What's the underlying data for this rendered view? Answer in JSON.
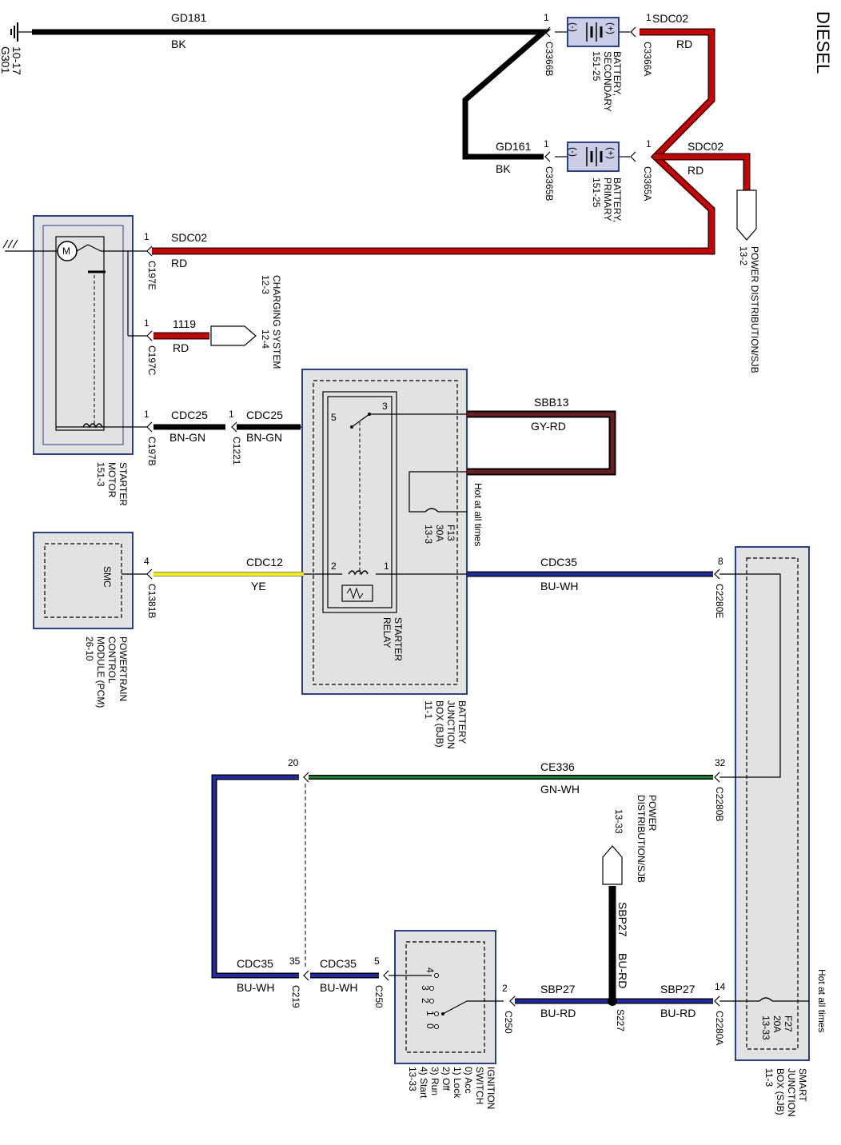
{
  "title": "DIESEL",
  "ground": {
    "id": "G301",
    "ref": "10-17"
  },
  "wires": {
    "gd181_top": {
      "circuit": "GD181",
      "color": "BK"
    },
    "gd161": {
      "circuit": "GD161",
      "color": "BK"
    },
    "sdc02_top": {
      "circuit": "SDC02",
      "color": "RD"
    },
    "sdc02_mid": {
      "circuit": "SDC02",
      "color": "RD"
    },
    "sdc02_starter": {
      "circuit": "SDC02",
      "color": "RD"
    },
    "w1119": {
      "circuit": "1119",
      "color": "RD"
    },
    "cdc25_a": {
      "circuit": "CDC25",
      "color": "BN-GN"
    },
    "cdc25_b": {
      "circuit": "CDC25",
      "color": "BN-GN"
    },
    "sbb13": {
      "circuit": "SBB13",
      "color": "GY-RD"
    },
    "cdc12": {
      "circuit": "CDC12",
      "color": "YE"
    },
    "cdc35_a": {
      "circuit": "CDC35",
      "color": "BU-WH"
    },
    "ce336": {
      "circuit": "CE336",
      "color": "GN-WH"
    },
    "cdc35_b": {
      "circuit": "CDC35",
      "color": "BU-WH"
    },
    "cdc35_c": {
      "circuit": "CDC35",
      "color": "BU-WH"
    },
    "sbp27_a": {
      "circuit": "SBP27",
      "color": "BU-RD"
    },
    "sbp27_b": {
      "circuit": "SBP27",
      "color": "BU-RD"
    },
    "sbp27_v": {
      "circuit": "SBP27",
      "color": "BU-RD"
    }
  },
  "connectors": {
    "c3366b": {
      "id": "C3366B",
      "pin": "1"
    },
    "c3366a": {
      "id": "C3366A",
      "pin": "1"
    },
    "c3365b": {
      "id": "C3365B",
      "pin": "1"
    },
    "c3365a": {
      "id": "C3365A",
      "pin": "1"
    },
    "c197e": {
      "id": "C197E",
      "pin": "1"
    },
    "c197c": {
      "id": "C197C",
      "pin": "1"
    },
    "c197b": {
      "id": "C197B",
      "pin": "1"
    },
    "c1221": {
      "id": "C1221",
      "pin": "1"
    },
    "c1381b": {
      "id": "C1381B",
      "pin": "4"
    },
    "c2280e": {
      "id": "C2280E",
      "pin": "8"
    },
    "c2280b": {
      "id": "C2280B",
      "pin": "32"
    },
    "c2280a": {
      "id": "C2280A",
      "pin": "14"
    },
    "c219": {
      "id": "C219",
      "pin": "35"
    },
    "c219_top": {
      "pin": "20"
    },
    "c250_a": {
      "id": "C250",
      "pin": "5"
    },
    "c250_b": {
      "id": "C250",
      "pin": "2"
    },
    "s227": {
      "id": "S227"
    }
  },
  "components": {
    "battery_secondary": {
      "name": "BATTERY,",
      "line2": "SECONDARY",
      "ref": "151-25",
      "minus": "(-)",
      "plus": "(+)"
    },
    "battery_primary": {
      "name": "BATTERY,",
      "line2": "PRIMARY",
      "ref": "151-25",
      "minus": "(-)",
      "plus": "(+)"
    },
    "starter_motor": {
      "name": "STARTER",
      "line2": "MOTOR",
      "ref": "151-3"
    },
    "charging_system": {
      "name": "CHARGING SYSTEM",
      "ref1": "12-3",
      "ref2": "12-4"
    },
    "power_dist_top": {
      "name": "POWER DISTRIBUTION/SJB",
      "ref": "13-2"
    },
    "power_dist_bottom": {
      "name": "POWER",
      "line2": "DISTRIBUTION/SJB",
      "ref": "13-33"
    },
    "bjb": {
      "name": "BATTERY",
      "line2": "JUNCTION",
      "line3": "BOX (BJB)",
      "ref": "11-1"
    },
    "starter_relay": {
      "name": "STARTER",
      "line2": "RELAY",
      "pins": [
        "3",
        "5",
        "2",
        "1"
      ]
    },
    "fuse_f13": {
      "hot": "Hot at all times",
      "name": "F13",
      "rating": "30A",
      "ref": "13-3"
    },
    "pcm": {
      "label": "SMC",
      "name": "POWERTRAIN",
      "line2": "CONTROL",
      "line3": "MODULE (PCM)",
      "ref": "26-10"
    },
    "sjb": {
      "name": "SMART",
      "line2": "JUNCTION",
      "line3": "BOX (SJB)",
      "ref": "11-3"
    },
    "fuse_f27": {
      "hot": "Hot at all times",
      "name": "F27",
      "rating": "20A",
      "ref": "13-33"
    },
    "ignition_switch": {
      "name": "IGNITION",
      "line2": "SWITCH",
      "pos0": "0) Acc",
      "pos1": "1) Lock",
      "pos2": "2) Off",
      "pos3": "3) Run",
      "pos4": "4) Start",
      "ref": "13-33",
      "contacts": [
        "4",
        "3",
        "2",
        "1",
        "0"
      ]
    }
  }
}
